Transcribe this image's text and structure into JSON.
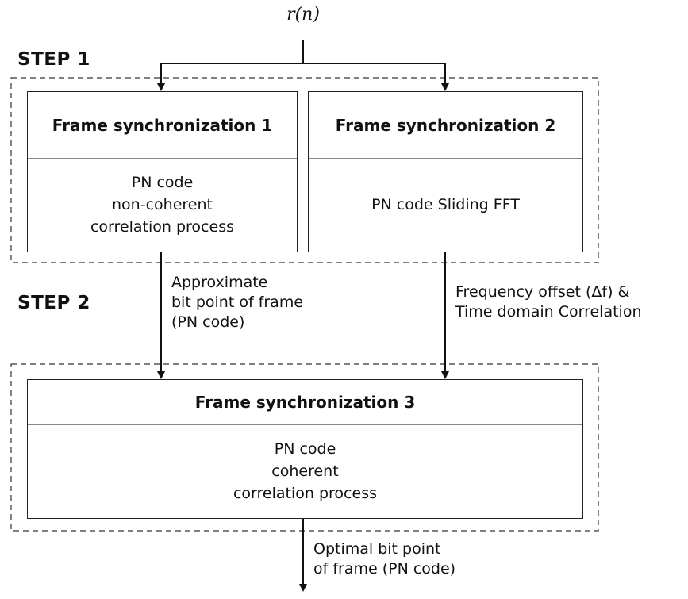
{
  "input_signal": "r(n)",
  "step1_label": "STEP 1",
  "step2_label": "STEP 2",
  "fs1": {
    "title": "Frame synchronization 1",
    "body": [
      "PN code",
      "non-coherent",
      "correlation process"
    ]
  },
  "fs2": {
    "title": "Frame synchronization 2",
    "body": [
      "PN code Sliding FFT"
    ]
  },
  "fs3": {
    "title": "Frame synchronization 3",
    "body": [
      "PN code",
      "coherent",
      "correlation process"
    ]
  },
  "left_output": [
    "Approximate",
    "bit point of frame",
    "(PN code)"
  ],
  "right_output": [
    "Frequency offset (Δf) &",
    "Time domain Correlation"
  ],
  "final_output": [
    "Optimal bit point",
    "of frame (PN code)"
  ]
}
